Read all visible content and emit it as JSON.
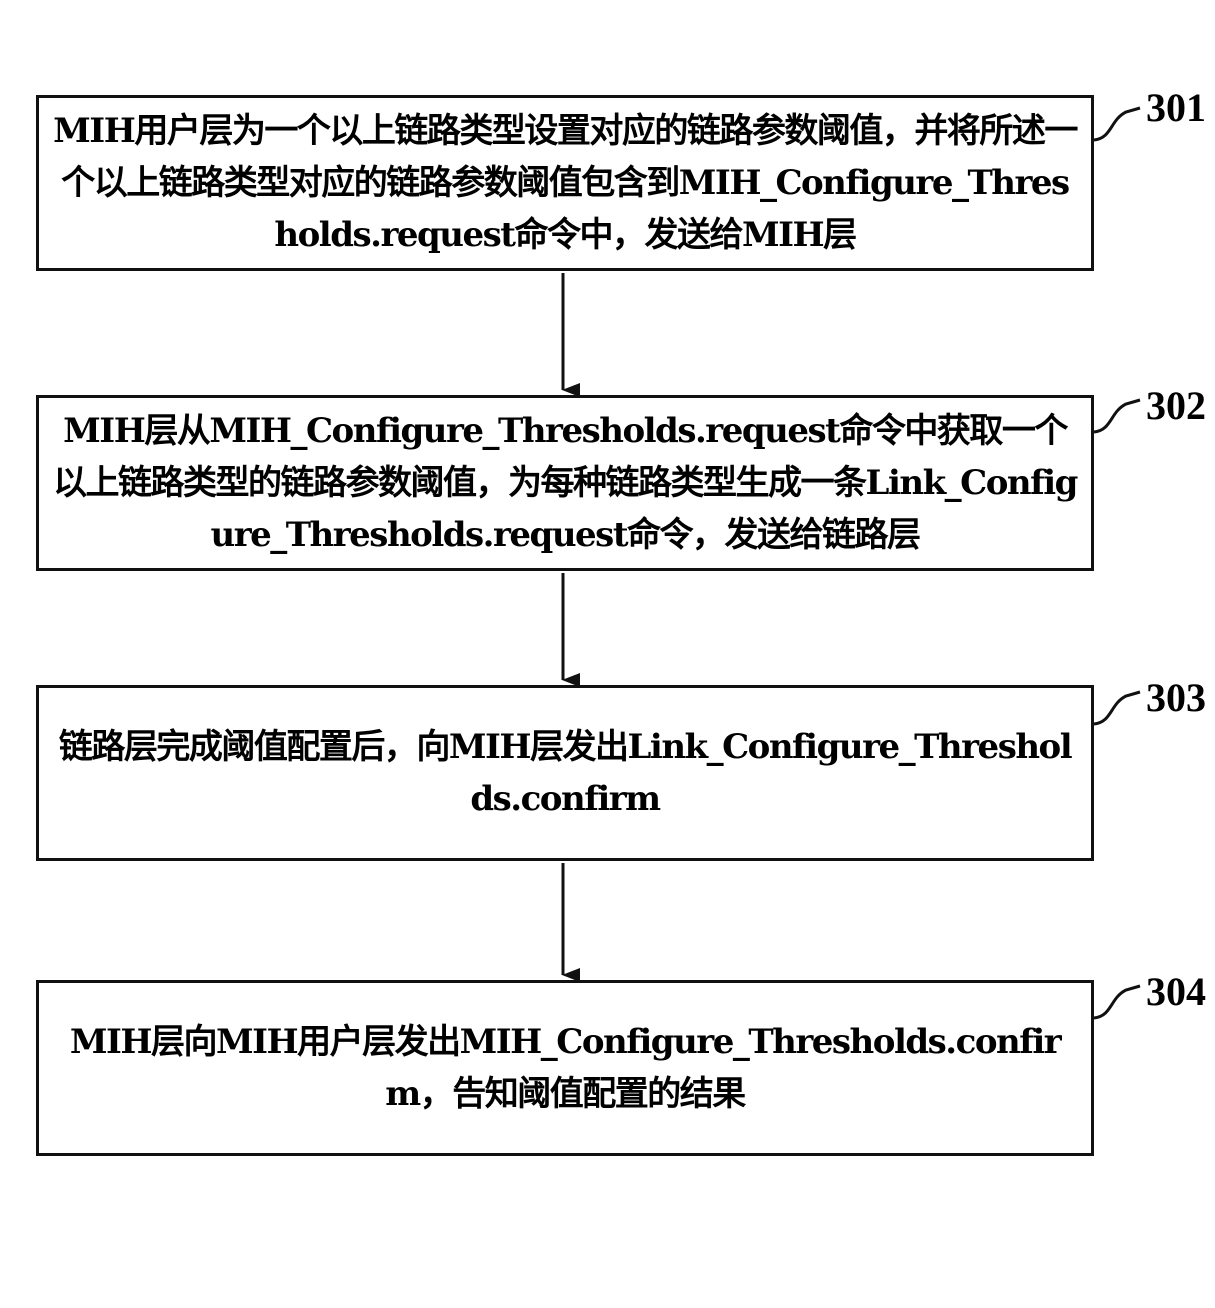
{
  "steps": [
    {
      "label": "301",
      "text": "MIH用户层为一个以上链路类型设置对应的链路参数阈值，并将所述一个以上链路类型对应的链路参数阈值包含到MIH_Configure_Thresholds.request命令中，发送给MIH层"
    },
    {
      "label": "302",
      "text": "MIH层从MIH_Configure_Thresholds.request命令中获取一个以上链路类型的链路参数阈值，为每种链路类型生成一条Link_Configure_Thresholds.request命令，发送给链路层"
    },
    {
      "label": "303",
      "text": "链路层完成阈值配置后，向MIH层发出Link_Configure_Thresholds.confirm"
    },
    {
      "label": "304",
      "text": "MIH层向MIH用户层发出MIH_Configure_Thresholds.confirm，告知阈值配置的结果"
    }
  ]
}
